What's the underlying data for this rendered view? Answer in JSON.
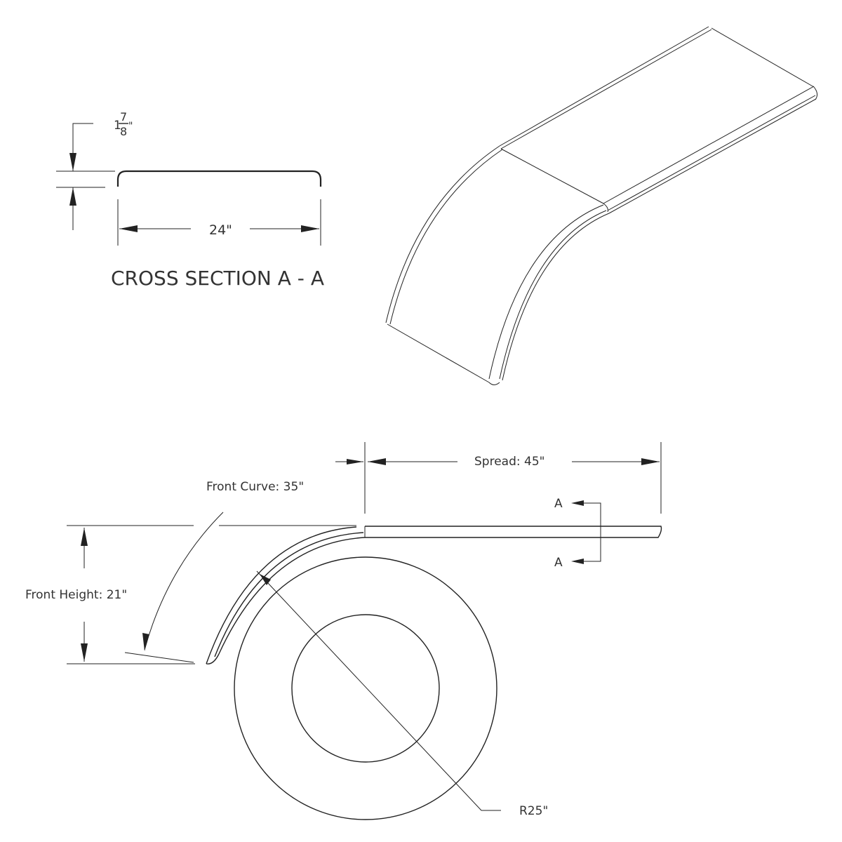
{
  "cross_section": {
    "title": "CROSS SECTION A - A",
    "thickness_whole": "1",
    "thickness_num": "7",
    "thickness_den": "8",
    "thickness_unit": "\"",
    "thickness_value": "1 7/8\"",
    "width_label": "24\""
  },
  "side_view": {
    "spread_label": "Spread: 45\"",
    "front_curve_label": "Front Curve: 35\"",
    "front_height_label": "Front Height: 21\"",
    "radius_label": "R25\"",
    "section_marker_top": "A",
    "section_marker_bottom": "A"
  },
  "isometric_view": {
    "description": "Isometric view of curved single-radius trailer fender"
  },
  "colors": {
    "line": "#222222",
    "text": "#333333",
    "background": "#ffffff"
  }
}
